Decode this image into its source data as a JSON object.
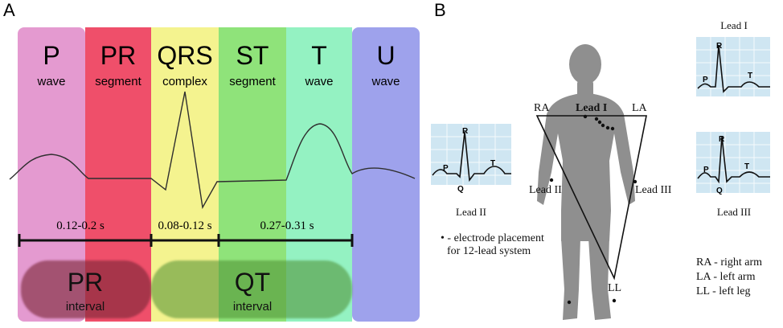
{
  "panel_a": {
    "label": "A",
    "bands": [
      {
        "title": "P",
        "subtitle": "wave",
        "color": "#e49ad0"
      },
      {
        "title": "PR",
        "subtitle": "segment",
        "color": "#ef4f6a"
      },
      {
        "title": "QRS",
        "subtitle": "complex",
        "color": "#f4f38f"
      },
      {
        "title": "ST",
        "subtitle": "segment",
        "color": "#8fe37a"
      },
      {
        "title": "T",
        "subtitle": "wave",
        "color": "#94f2c2"
      },
      {
        "title": "U",
        "subtitle": "wave",
        "color": "#9ea2ec"
      }
    ],
    "durations": [
      {
        "text": "0.12-0.2 s"
      },
      {
        "text": "0.08-0.12 s"
      },
      {
        "text": "0.27-0.31 s"
      }
    ],
    "intervals": [
      {
        "title": "PR",
        "subtitle": "interval"
      },
      {
        "title": "QT",
        "subtitle": "interval"
      }
    ]
  },
  "panel_b": {
    "label": "B",
    "limb_labels": {
      "ra": "RA",
      "la": "LA",
      "ll": "LL"
    },
    "triangle_labels": {
      "lead1": "Lead I",
      "lead2": "Lead II",
      "lead3": "Lead III"
    },
    "legend": {
      "line1": "• - electrode placement",
      "line2": "for 12-lead system",
      "ra": "RA - right arm",
      "la": "LA - left arm",
      "ll": "LL - left leg"
    },
    "ecg_panels": [
      {
        "title": "Lead I",
        "r": "R",
        "p": "P",
        "t": "T"
      },
      {
        "title": "Lead II",
        "r": "R",
        "p": "P",
        "t": "T",
        "q": "Q"
      },
      {
        "title": "Lead III",
        "r": "R",
        "p": "P",
        "t": "T",
        "q": "Q"
      }
    ]
  }
}
